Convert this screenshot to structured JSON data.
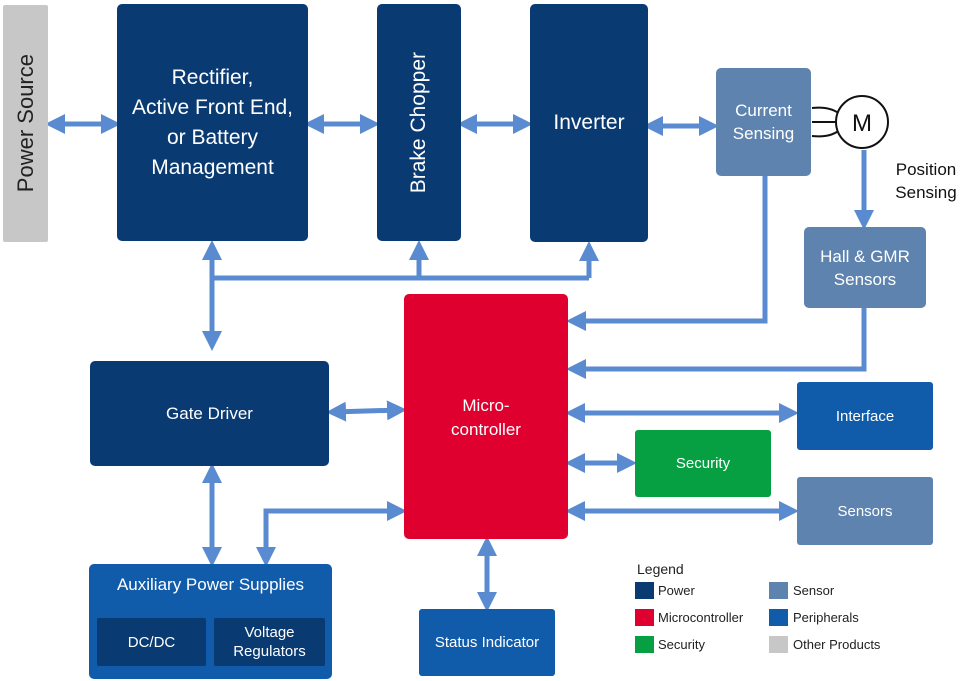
{
  "blocks": {
    "power_source": "Power Source",
    "rectifier": "Rectifier,\nActive Front End,\nor Battery\nManagement",
    "brake_chopper": "Brake Chopper",
    "inverter": "Inverter",
    "current_sensing": "Current\nSensing",
    "motor": "M",
    "position_sensing": "Position\nSensing",
    "hall_gmr": "Hall & GMR\nSensors",
    "gate_driver": "Gate Driver",
    "microcontroller": "Micro-\ncontroller",
    "interface": "Interface",
    "security": "Security",
    "sensors": "Sensors",
    "aux_power": "Auxiliary Power Supplies",
    "dcdc": "DC/DC",
    "voltage_regulators": "Voltage\nRegulators",
    "status_indicator": "Status Indicator"
  },
  "legend": {
    "title": "Legend",
    "items": [
      {
        "label": "Power",
        "color": "#0a3a72"
      },
      {
        "label": "Microcontroller",
        "color": "#e0002f"
      },
      {
        "label": "Security",
        "color": "#06a042"
      },
      {
        "label": "Sensor",
        "color": "#5d83ae"
      },
      {
        "label": "Peripherals",
        "color": "#115bab"
      },
      {
        "label": "Other Products",
        "color": "#c7c7c7"
      }
    ]
  },
  "colors": {
    "arrow": "#5a8bd0",
    "power": "#0a3a72",
    "sensor": "#5d83ae",
    "peripherals": "#115bab",
    "microcontroller": "#e0002f",
    "security": "#06a042",
    "other": "#c7c7c7"
  }
}
